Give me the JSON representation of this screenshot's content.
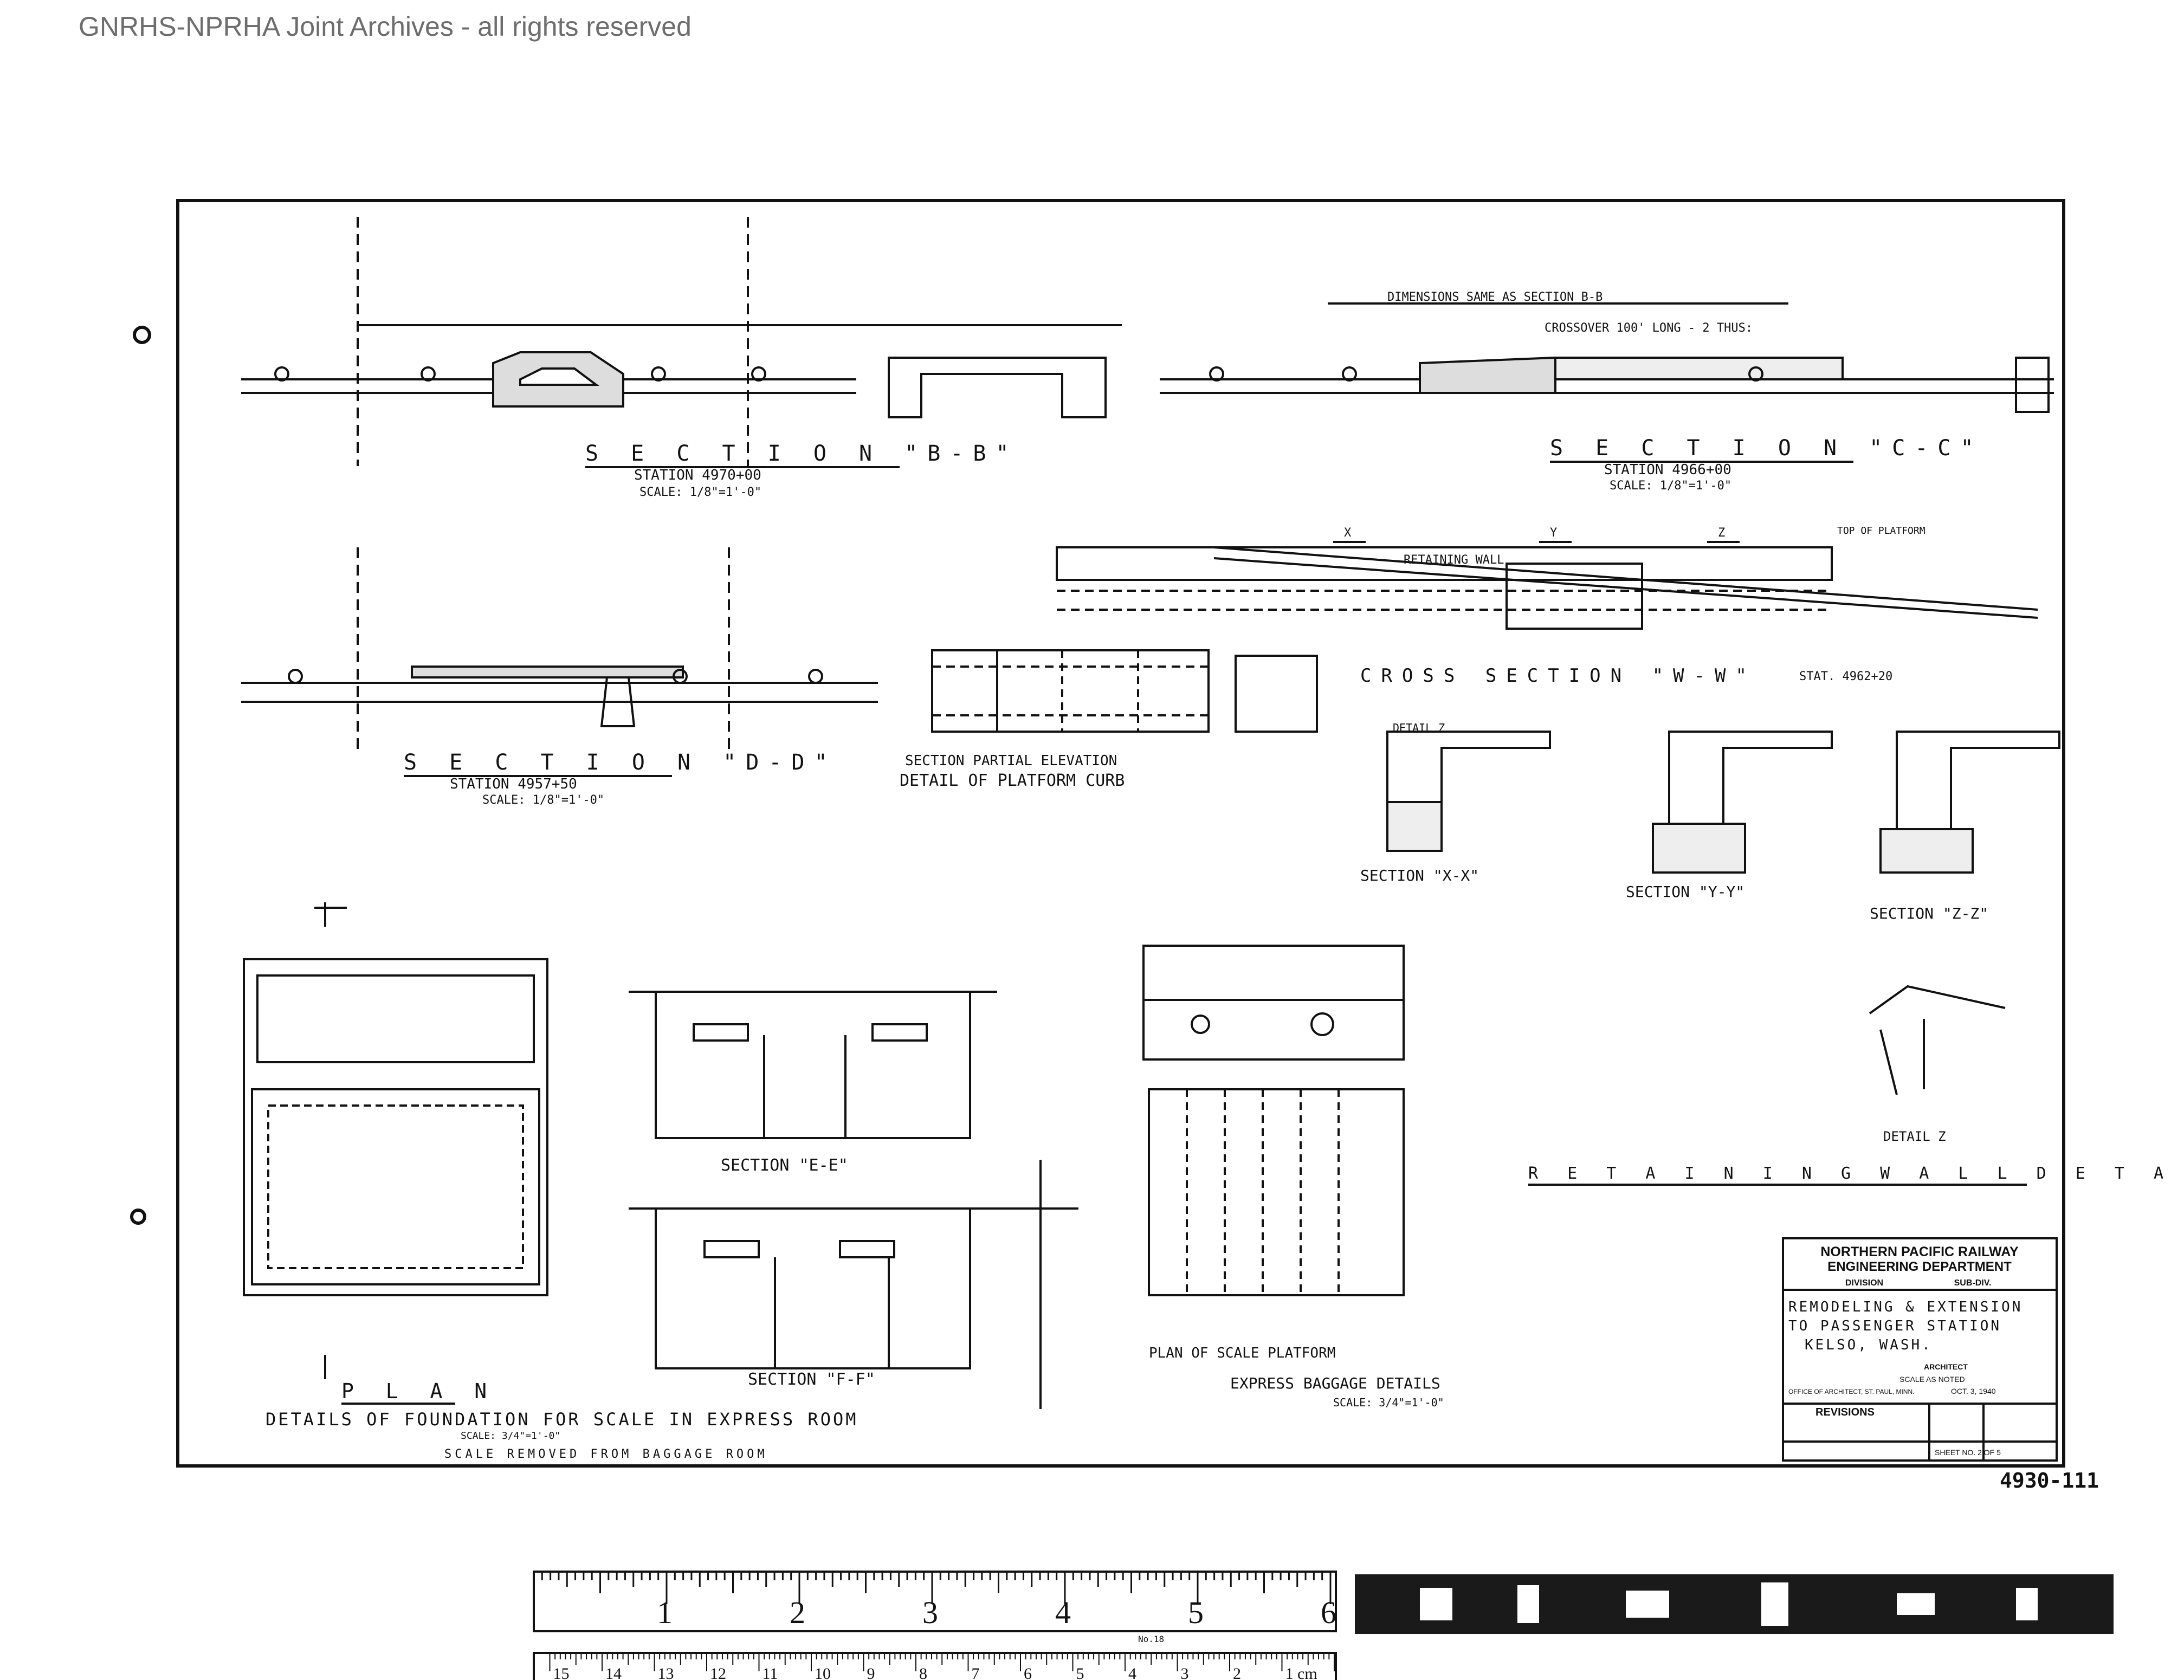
{
  "watermark": "GNRHS-NPRHA Joint Archives - all rights reserved",
  "sections": {
    "bb_title": "S E C T I O N  \"B-B\"",
    "bb_station": "STATION 4970+00",
    "bb_scale": "SCALE: 1/8\"=1'-0\"",
    "cc_title": "S E C T I O N  \"C-C\"",
    "cc_station": "STATION 4966+00",
    "cc_scale": "SCALE: 1/8\"=1'-0\"",
    "cc_note": "DIMENSIONS SAME AS SECTION B-B",
    "cc_crossover": "CROSSOVER 100' LONG - 2 THUS:",
    "dd_title": "S E C T I O N  \"D-D\"",
    "dd_station": "STATION 4957+50",
    "dd_scale": "SCALE: 1/8\"=1'-0\"",
    "partial_elevation": "SECTION  PARTIAL ELEVATION",
    "platform_curb": "DETAIL OF PLATFORM CURB",
    "ww_title": "CROSS SECTION \"W-W\"",
    "ww_station": "STAT. 4962+20",
    "xx_title": "SECTION \"X-X\"",
    "yy_title": "SECTION \"Y-Y\"",
    "zz_title": "SECTION \"Z-Z\"",
    "ee_title": "SECTION \"E-E\"",
    "ff_title": "SECTION \"F-F\"",
    "plan_title": "P L A N",
    "detail_z": "DETAIL Z",
    "retaining_wall_details": "R E T A I N I N G   W A L L   D E T A I L S",
    "retaining_wall": "RETAINING WALL",
    "top_of_platform": "TOP OF PLATFORM",
    "foundation_details": "DETAILS OF FOUNDATION FOR SCALE IN EXPRESS ROOM",
    "scale_removed": "SCALE REMOVED FROM BAGGAGE ROOM",
    "plan_scale_platform": "PLAN OF SCALE PLATFORM",
    "express_details": "EXPRESS BAGGAGE DETAILS",
    "scale_note": "SCALE: 3/4\"=1'-0\""
  },
  "title_block": {
    "railway": "NORTHERN PACIFIC RAILWAY",
    "department": "ENGINEERING DEPARTMENT",
    "division": "DIVISION",
    "subdiv": "SUB-DIV.",
    "project_line1": "REMODELING & EXTENSION",
    "project_line2": "TO PASSENGER STATION",
    "location": "KELSO, WASH.",
    "architect": "ARCHITECT",
    "scale": "SCALE  AS NOTED",
    "office": "OFFICE OF ARCHITECT, ST. PAUL, MINN.",
    "date": "OCT. 3, 1940",
    "revisions": "REVISIONS",
    "sheet": "SHEET NO. 2 OF 5",
    "drawing_no": "4930-111"
  },
  "ruler": {
    "inches": [
      "1",
      "2",
      "3",
      "4",
      "5",
      "6"
    ],
    "cm": [
      "1 cm",
      "2",
      "3",
      "4",
      "5",
      "6",
      "7",
      "8",
      "9",
      "10",
      "11",
      "12",
      "13",
      "14",
      "15"
    ],
    "maker": "No.18"
  }
}
